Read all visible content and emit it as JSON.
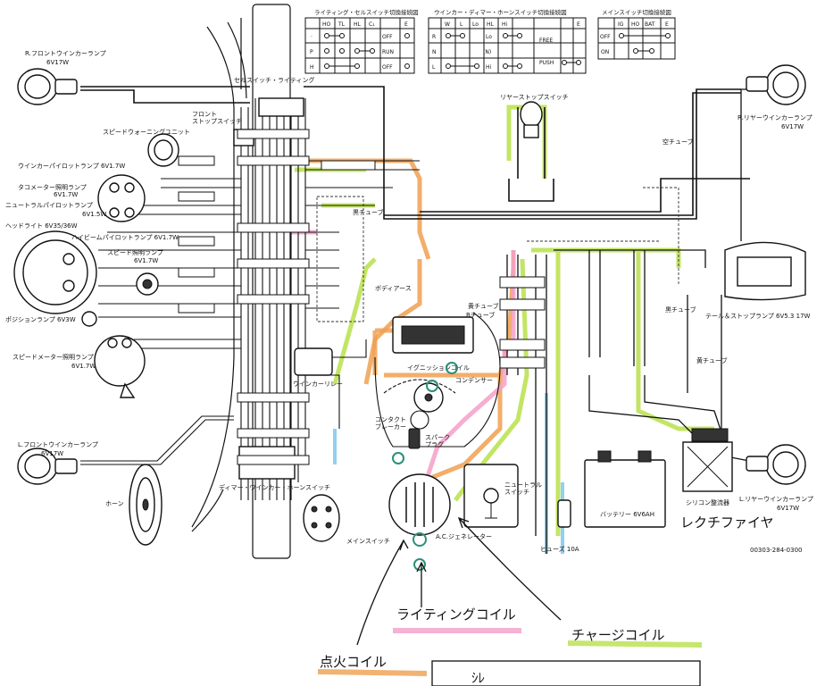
{
  "tables": {
    "lighting_switch": {
      "title": "ライティング・セルスイッチ切換接続図",
      "headers": [
        "",
        "HO",
        "TL",
        "HL",
        "C₁",
        "",
        "E"
      ],
      "rows": [
        "·",
        "P",
        "H"
      ],
      "states": [
        "OFF",
        "RUN",
        "OFF"
      ]
    },
    "winker_switch": {
      "title": "ウインカー・ディマー・ホーンスイッチ切換接続図",
      "headers": [
        "",
        "W",
        "L",
        "Lo",
        "HL",
        "Hi",
        "",
        "",
        "E"
      ],
      "rows": [
        "R",
        "N",
        "L"
      ],
      "marks": [
        "Lo",
        "(N)",
        "Hi"
      ],
      "states": [
        "FREE",
        "PUSH"
      ]
    },
    "main_switch": {
      "title": "メインスイッチ切換接続図",
      "headers": [
        "",
        "IG",
        "HO",
        "BAT",
        "E"
      ],
      "rows": [
        "OFF",
        "ON"
      ]
    }
  },
  "labels": {
    "r_front_winker": "R.フロントウインカーランプ",
    "r_front_winker_spec": "6V17W",
    "cell_switch": "セルスイッチ・ライティング",
    "front_stop_switch": "フロント\nストップスイッチ",
    "speed_warning": "スピードウォーニングユニット",
    "winker_pilot": "ウインカーパイロットランプ 6V1.7W",
    "tacho_lamp": "タコメーター照明ランプ",
    "tacho_lamp_spec": "6V1.7W",
    "neutral_pilot": "ニュートラルパイロットランプ",
    "neutral_pilot_spec": "6V1.5W",
    "headlight": "ヘッドライト 6V35/36W",
    "hibeam_pilot": "ハイビームパイロットランプ 6V1.7W",
    "speed_lamp": "スピード照明ランプ",
    "speed_lamp_spec": "6V1.7W",
    "position_lamp": "ポジションランプ 6V3W",
    "speedometer_lamp": "スピードメーター照明ランプ",
    "speedometer_lamp_spec": "6V1.7W",
    "l_front_winker": "L.フロントウインカーランプ",
    "l_front_winker_spec": "6V17W",
    "horn": "ホーン",
    "dimmer_switch": "ディマー・ウインカー・ホーンスイッチ",
    "main_switch": "メインスイッチ",
    "winker_relay": "ウインカーリレー",
    "tube_black": "黒チューブ",
    "body_earth": "ボディアース",
    "tube_yellow": "黄チューブ",
    "tube_b": "Bチューブ",
    "ignition_coil": "イグニッションコイル",
    "condenser": "コンデンサー",
    "contact_breaker": "コンタクト\nブレーカー",
    "spark_plug": "スパーク\nプラグ",
    "neutral_switch": "ニュートラル\nスイッチ",
    "ac_generator": "A.C.ジェネレーター",
    "fuse": "ヒューズ 10A",
    "battery": "バッテリー 6V6AH",
    "rectifier": "シリコン整流器",
    "rear_stop_switch": "リヤーストップスイッチ",
    "r_rear_winker": "R.リヤーウインカーランプ",
    "r_rear_winker_spec": "6V17W",
    "tube_empty": "空チューブ",
    "tube_black2": "黒チューブ",
    "tail_stop": "テール＆ストップランプ 6V5.3 17W",
    "tube_yellow2": "黄チューブ",
    "l_rear_winker": "L.リヤーウインカーランプ",
    "l_rear_winker_spec": "6V17W",
    "part_no": "00303-284-0300"
  },
  "handwritten": {
    "rectifier_note": "レクチファイヤ",
    "lighting_coil": "ライティングコイル",
    "charge_coil": "チャージコイル",
    "ignition_coil": "点火コイル",
    "box_text": "ｼﾚ"
  },
  "colors": {
    "orange": "#f0a050",
    "pink": "#f3a0c8",
    "green": "#b8e04a",
    "blue": "#7ec8ee",
    "teal": "#2a8f7a"
  }
}
